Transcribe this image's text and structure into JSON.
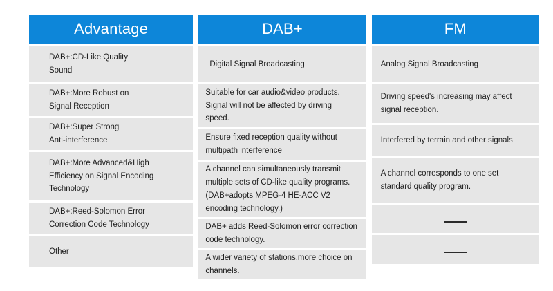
{
  "table": {
    "columns": [
      {
        "key": "advantage",
        "header": "Advantage",
        "header_color": "#0d86d9",
        "rows": [
          {
            "lines": [
              "DAB+:CD-Like Quality",
              "Sound"
            ]
          },
          {
            "lines": [
              "DAB+:More Robust on",
              "Signal Reception"
            ]
          },
          {
            "lines": [
              "DAB+:Super Strong",
              "Anti-interference"
            ]
          },
          {
            "lines": [
              "DAB+:More Advanced&High",
              "Efficiency on Signal Encoding",
              "Technology"
            ]
          },
          {
            "lines": [
              "DAB+:Reed-Solomon Error",
              "Correction Code Technology"
            ]
          },
          {
            "lines": [
              "Other"
            ]
          }
        ]
      },
      {
        "key": "dab_plus",
        "header": "DAB+",
        "header_color": "#0d86d9",
        "rows": [
          {
            "lines": [
              "Digital Signal Broadcasting"
            ]
          },
          {
            "lines": [
              "Suitable for car audio&video products.",
              "Signal will not be affected by driving",
              "speed."
            ]
          },
          {
            "lines": [
              "Ensure fixed reception quality without",
              "multipath interference"
            ]
          },
          {
            "lines": [
              "A channel can simultaneously transmit",
              "multiple sets of CD-like quality programs.",
              "(DAB+adopts MPEG-4 HE-ACC V2",
              "encoding technology.)"
            ]
          },
          {
            "lines": [
              "DAB+ adds Reed-Solomon error",
              "correction code technology."
            ]
          },
          {
            "lines": [
              "A wider variety of stations,more choice",
              "on channels."
            ]
          }
        ]
      },
      {
        "key": "fm",
        "header": "FM",
        "header_color": "#0d86d9",
        "rows": [
          {
            "lines": [
              "Analog Signal Broadcasting"
            ]
          },
          {
            "lines": [
              "Driving speed's increasing may affect",
              "signal reception."
            ]
          },
          {
            "lines": [
              "Interfered by terrain and other signals"
            ]
          },
          {
            "lines": [
              "A channel corresponds to one set",
              "standard quality program."
            ]
          },
          {
            "lines": [
              "——"
            ],
            "placeholder": true
          },
          {
            "lines": [
              "——"
            ],
            "placeholder": true
          }
        ]
      }
    ]
  },
  "style": {
    "cell_background": "#e6e6e6",
    "page_background": "#ffffff",
    "text_color": "#1e1e1e",
    "header_text_color": "#ffffff"
  }
}
